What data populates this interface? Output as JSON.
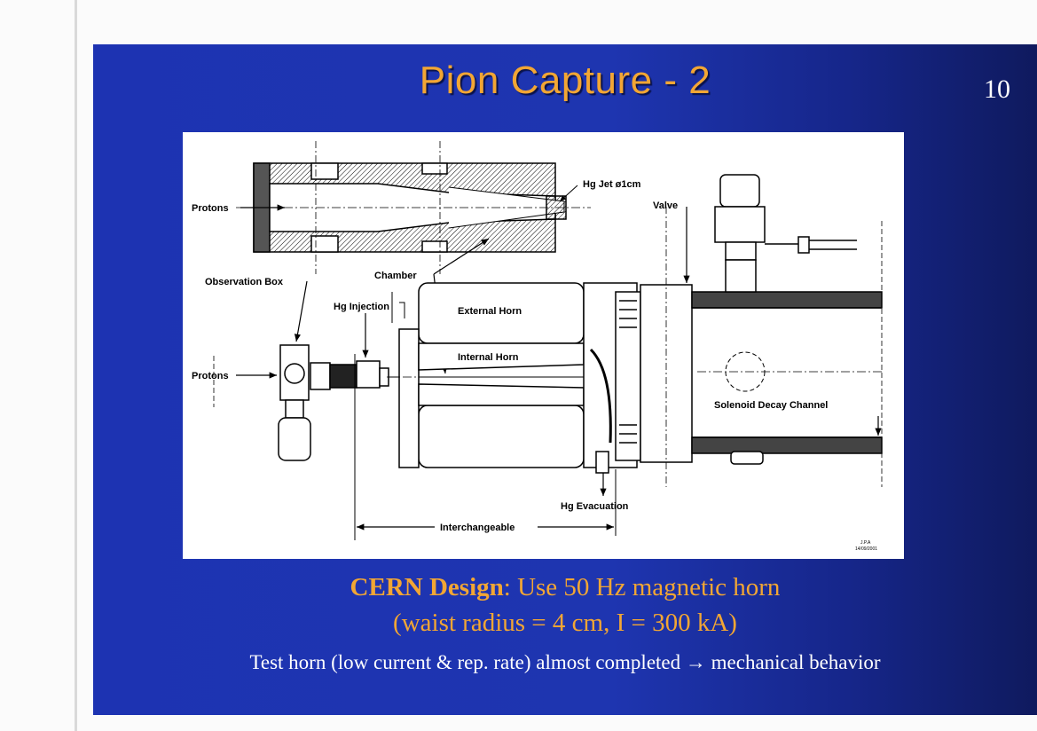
{
  "slide": {
    "title": "Pion Capture - 2",
    "number": "10",
    "caption_bold": "CERN Design",
    "caption_rest": ":  Use 50 Hz magnetic horn",
    "caption_line2": "(waist radius = 4 cm, I = 300 kA)",
    "caption_line3": "Test horn (low current & rep. rate) almost completed → mechanical behavior"
  },
  "figure": {
    "labels": {
      "protons_top": "Protons",
      "hg_jet": "Hg Jet ø1cm",
      "valve": "Valve",
      "chamber": "Chamber",
      "observation_box": "Observation Box",
      "hg_injection": "Hg Injection",
      "external_horn": "External Horn",
      "internal_horn": "Internal Horn",
      "protons_bottom": "Protons",
      "solenoid": "Solenoid Decay Channel",
      "hg_evacuation": "Hg Evacuation",
      "interchangeable": "Interchangeable",
      "signature_1": "J.P.A",
      "signature_2": "14/09/2001"
    }
  },
  "colors": {
    "accent": "#f2a634",
    "slide_bg": "#1e35b0"
  }
}
